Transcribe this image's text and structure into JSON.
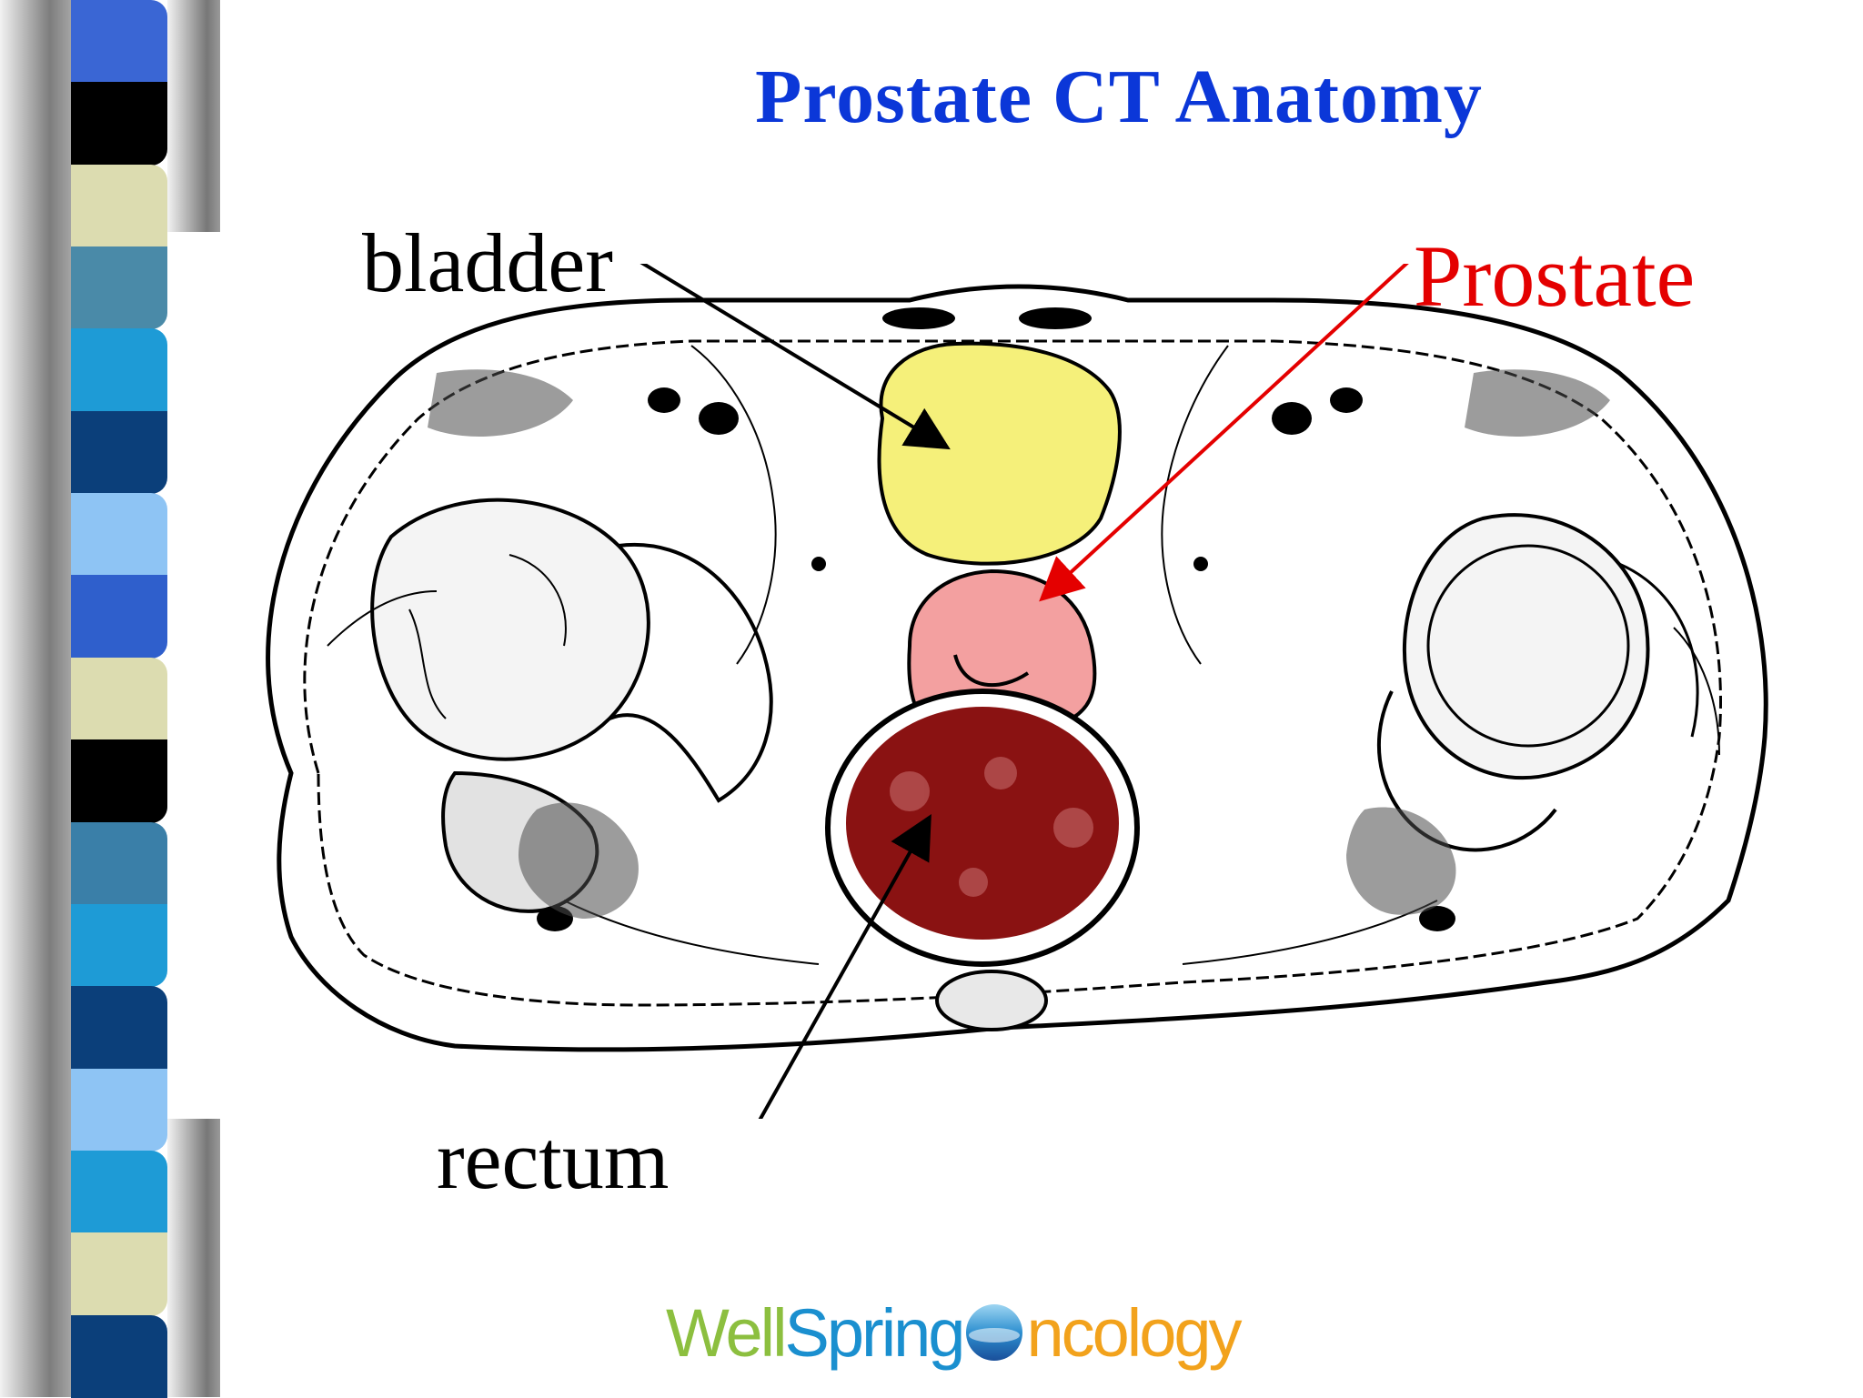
{
  "slide": {
    "title": "Prostate CT Anatomy"
  },
  "labels": {
    "bladder": "bladder",
    "prostate": "Prostate",
    "rectum": "rectum"
  },
  "colors": {
    "title": "#0b37d8",
    "prostate_label": "#e40000",
    "bladder_fill": "#f5f07a",
    "prostate_fill": "#f3a0a0",
    "rectum_fill": "#8a1212"
  },
  "logo": {
    "part1": "Well",
    "part2": "Spring",
    "part3": "ncology",
    "globe_icon": "globe-icon"
  },
  "decoration": {
    "stripe_colors": [
      "#3a66d4",
      "#000000",
      "#dcdcb0",
      "#4a8aa8",
      "#1e9bd6",
      "#0b3f7a",
      "#8ec4f4",
      "#2f5fcc",
      "#dcdcb0",
      "#000000",
      "#3a7fa8",
      "#1e9bd6",
      "#0b3f7a",
      "#8ec4f4",
      "#1e9bd6",
      "#dcdcb0",
      "#0b3f7a"
    ]
  }
}
